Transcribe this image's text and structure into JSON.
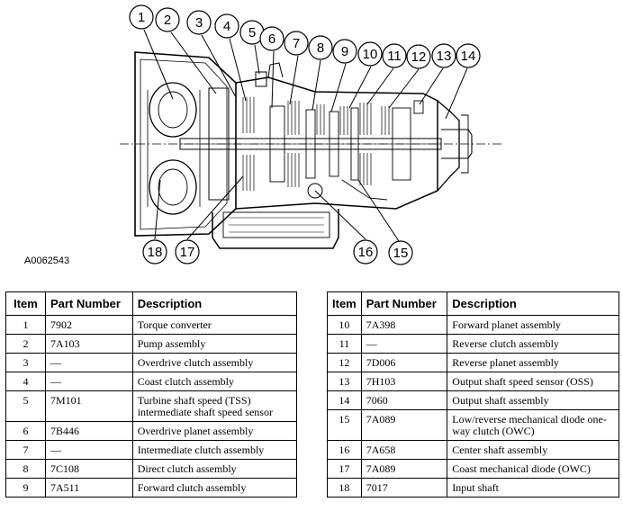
{
  "figure_id": "A0062543",
  "callouts": [
    "1",
    "2",
    "3",
    "4",
    "5",
    "6",
    "7",
    "8",
    "9",
    "10",
    "11",
    "12",
    "13",
    "14",
    "15",
    "16",
    "17",
    "18"
  ],
  "headers": {
    "item": "Item",
    "part_number": "Part Number",
    "description": "Description"
  },
  "table_left": [
    {
      "item": "1",
      "part": "7902",
      "desc": "Torque converter"
    },
    {
      "item": "2",
      "part": "7A103",
      "desc": "Pump assembly"
    },
    {
      "item": "3",
      "part": "—",
      "desc": "Overdrive clutch assembly"
    },
    {
      "item": "4",
      "part": "—",
      "desc": "Coast clutch assembly"
    },
    {
      "item": "5",
      "part": "7M101",
      "desc": "Turbine shaft speed (TSS) intermediate shaft speed sensor"
    },
    {
      "item": "6",
      "part": "7B446",
      "desc": "Overdrive planet assembly"
    },
    {
      "item": "7",
      "part": "—",
      "desc": "Intermediate clutch assembly"
    },
    {
      "item": "8",
      "part": "7C108",
      "desc": "Direct clutch assembly"
    },
    {
      "item": "9",
      "part": "7A511",
      "desc": "Forward clutch assembly"
    }
  ],
  "table_right": [
    {
      "item": "10",
      "part": "7A398",
      "desc": "Forward planet assembly"
    },
    {
      "item": "11",
      "part": "—",
      "desc": "Reverse clutch assembly"
    },
    {
      "item": "12",
      "part": "7D006",
      "desc": "Reverse planet assembly"
    },
    {
      "item": "13",
      "part": "7H103",
      "desc": "Output shaft speed sensor (OSS)"
    },
    {
      "item": "14",
      "part": "7060",
      "desc": "Output shaft assembly"
    },
    {
      "item": "15",
      "part": "7A089",
      "desc": "Low/reverse mechanical diode one-way clutch (OWC)"
    },
    {
      "item": "16",
      "part": "7A658",
      "desc": "Center shaft assembly"
    },
    {
      "item": "17",
      "part": "7A089",
      "desc": "Coast mechanical diode (OWC)"
    },
    {
      "item": "18",
      "part": "7017",
      "desc": "Input shaft"
    }
  ]
}
